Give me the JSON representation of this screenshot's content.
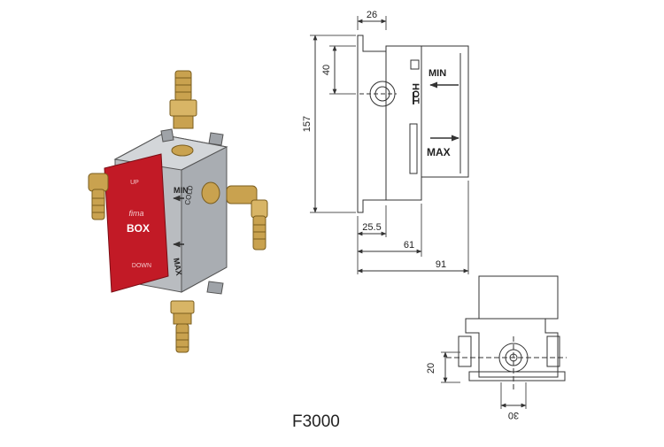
{
  "product": {
    "model_code": "F3000"
  },
  "iso_view": {
    "face_top": "UP",
    "face_brand": "fima",
    "face_name": "BOX",
    "face_bottom": "DOWN",
    "side_min": "MIN",
    "side_cold": "COLD",
    "side_max": "MAX",
    "colors": {
      "box_red": "#c21a26",
      "brass": "#c9a24f",
      "body_grey": "#b9bcc0"
    }
  },
  "side_view": {
    "dims": {
      "top": "26",
      "height": "157",
      "inner": "40",
      "bottom_left": "25.5",
      "mid": "61",
      "overall": "91"
    },
    "labels": {
      "min": "MIN",
      "hot": "HOT",
      "max": "MAX"
    }
  },
  "front_view": {
    "dims": {
      "height": "20",
      "width": "30"
    }
  }
}
